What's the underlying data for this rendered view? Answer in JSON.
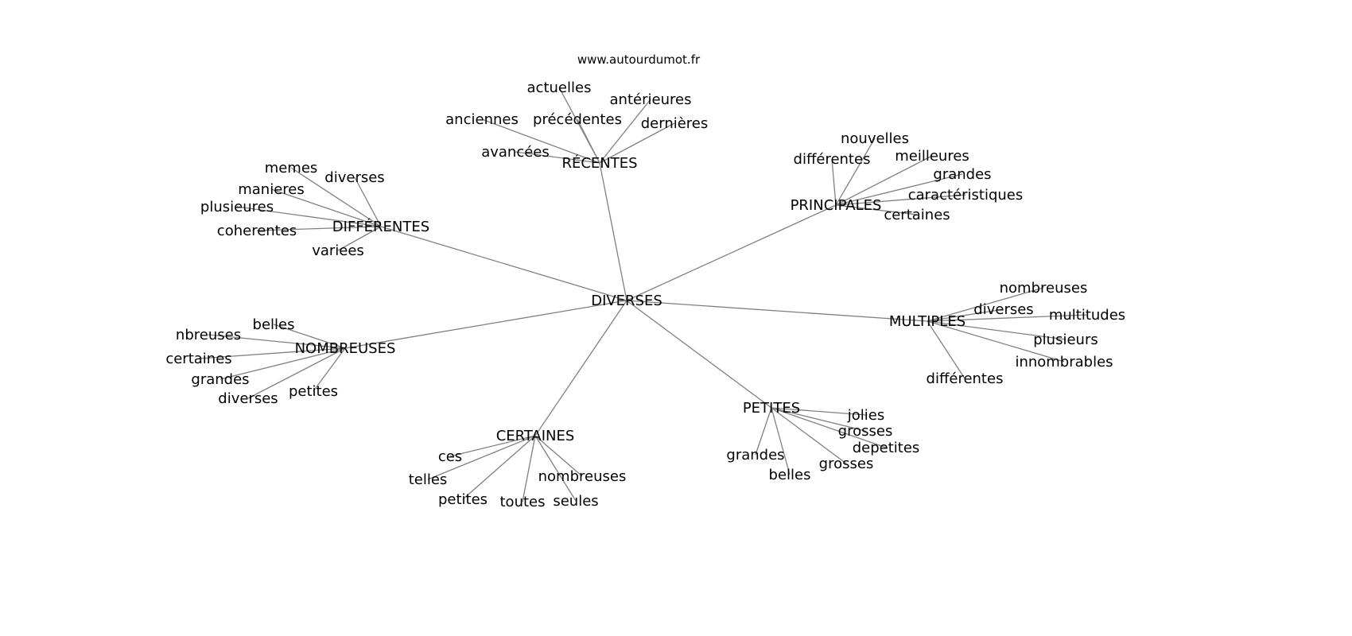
{
  "source_label": "www.autourdumot.fr",
  "colors": {
    "edge": "#808080",
    "text": "#000000"
  },
  "graph": {
    "center": "DIVERSES",
    "hubs": [
      {
        "label": "RÉCENTES",
        "children": [
          "actuelles",
          "antérieures",
          "anciennes",
          "précédentes",
          "dernières",
          "avancées"
        ]
      },
      {
        "label": "PRINCIPALES",
        "children": [
          "nouvelles",
          "meilleures",
          "différentes",
          "grandes",
          "caractéristiques",
          "certaines"
        ]
      },
      {
        "label": "DIFFÉRENTES",
        "children": [
          "memes",
          "diverses",
          "manieres",
          "plusieures",
          "coherentes",
          "variees"
        ]
      },
      {
        "label": "MULTIPLES",
        "children": [
          "nombreuses",
          "diverses",
          "multitudes",
          "plusieurs",
          "différentes",
          "innombrables"
        ]
      },
      {
        "label": "NOMBREUSES",
        "children": [
          "belles",
          "nbreuses",
          "certaines",
          "grandes",
          "diverses",
          "petites"
        ]
      },
      {
        "label": "CERTAINES",
        "children": [
          "ces",
          "telles",
          "petites",
          "toutes",
          "seules",
          "nombreuses"
        ]
      },
      {
        "label": "PETITES",
        "children": [
          "jolies",
          "grosses",
          "depetites",
          "grandes",
          "belles",
          "grosses"
        ]
      }
    ]
  }
}
